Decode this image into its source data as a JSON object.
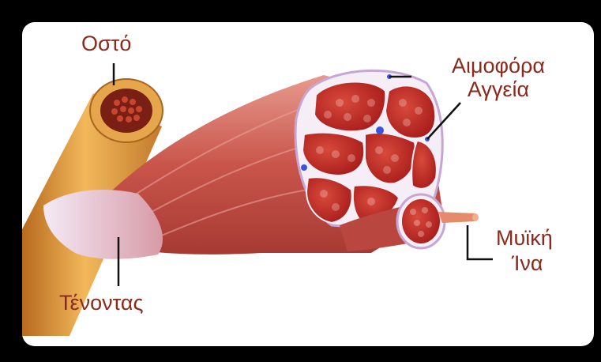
{
  "labels": {
    "bone": "Οστό",
    "blood_vessels_line1": "Αιμοφόρα",
    "blood_vessels_line2": "Αγγεία",
    "muscle_fiber_line1": "Μυϊκή",
    "muscle_fiber_line2": "Ίνα",
    "tendon": "Τένοντας"
  },
  "colors": {
    "background": "#000000",
    "panel": "#ffffff",
    "label_text": "#8b2a1c",
    "muscle": "#c9554a",
    "muscle_cell": "#b3201a",
    "tendon": "#e2c8e6",
    "bone": "#dd9a3f",
    "blood_vessel": "#3b55d8"
  },
  "icons": [
    "bone-shape",
    "tendon-shape",
    "muscle-bundle",
    "fascicle",
    "muscle-fiber",
    "blood-vessel-dot"
  ]
}
